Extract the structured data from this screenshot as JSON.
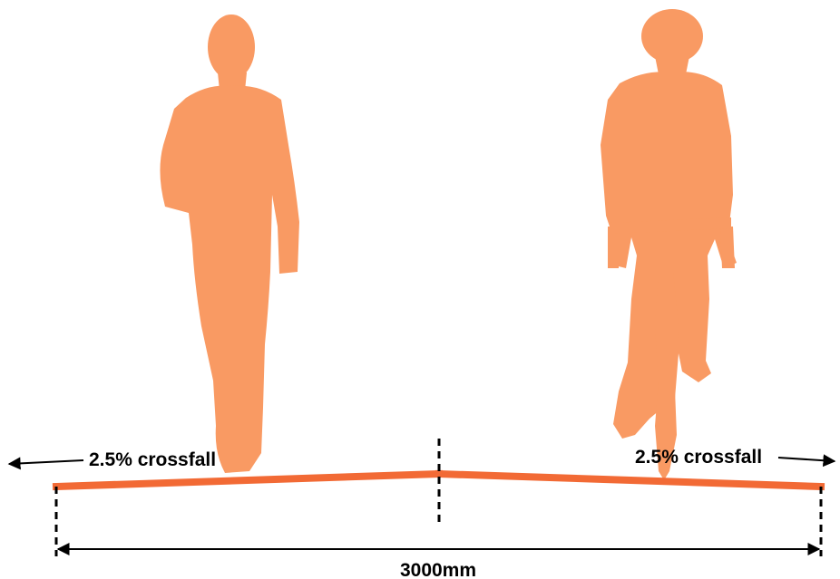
{
  "labels": {
    "left_crossfall": "2.5% crossfall",
    "right_crossfall": "2.5% crossfall",
    "width": "3000mm"
  },
  "colors": {
    "figure": "#f99a63",
    "surface": "#f26a35",
    "ink": "#000000"
  },
  "icons": {
    "pedestrian": "walking-person-silhouette",
    "cyclist": "cyclist-silhouette"
  }
}
